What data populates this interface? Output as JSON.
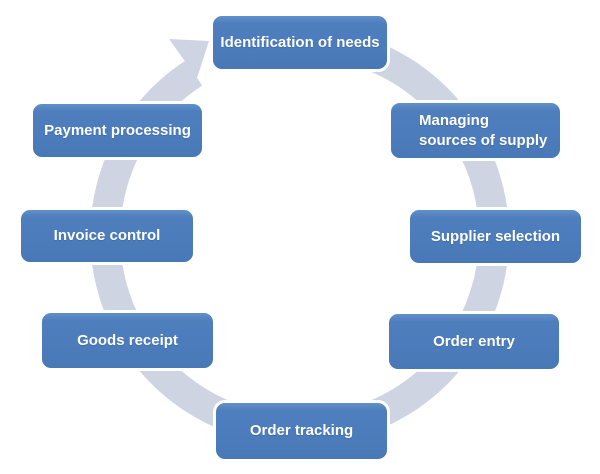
{
  "diagram": {
    "type": "cycle",
    "flow_direction": "clockwise",
    "steps": [
      {
        "label": "Identification of needs"
      },
      {
        "label": "Managing\nsources of supply"
      },
      {
        "label": "Supplier selection"
      },
      {
        "label": "Order entry"
      },
      {
        "label": "Order tracking"
      },
      {
        "label": "Goods receipt"
      },
      {
        "label": "Invoice control"
      },
      {
        "label": "Payment processing"
      }
    ],
    "colors": {
      "box_fill": "#4C7CBB",
      "box_border": "#FFFFFF",
      "ring": "#CFD4E3",
      "label_text": "#FFFFFF",
      "background": "#FFFFFF"
    }
  }
}
